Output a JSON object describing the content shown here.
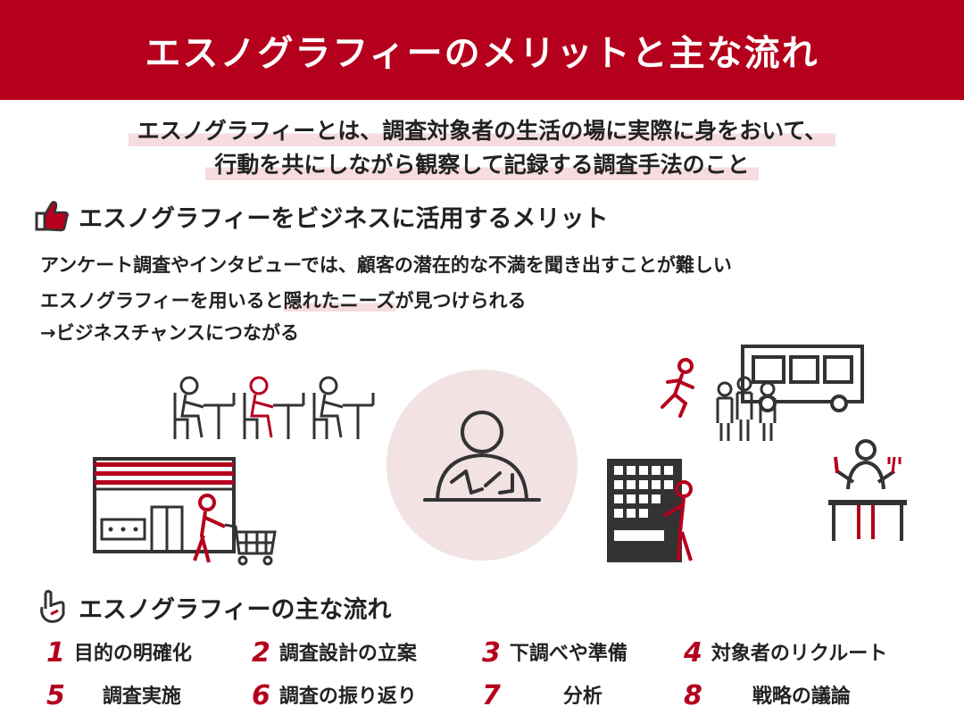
{
  "header": {
    "title": "エスノグラフィーのメリットと主な流れ"
  },
  "definition": {
    "line1": "エスノグラフィーとは、調査対象者の生活の場に実際に身をおいて、",
    "line2": "行動を共にしながら観察して記録する調査手法のこと"
  },
  "merit_section": {
    "title": "エスノグラフィーをビジネスに活用するメリット",
    "icon": "thumbs-up-icon",
    "line1": "アンケート調査やインタビューでは、顧客の潜在的な不満を聞き出すことが難しい",
    "line2_pre": "エスノグラフィーを用いると",
    "line2_highlight": "隠れたニーズ",
    "line2_post": "が見つけられる",
    "line3": "→ビジネスチャンスにつながる"
  },
  "flow_section": {
    "title": "エスノグラフィーの主な流れ",
    "icon": "pointing-hand-icon",
    "steps": [
      {
        "num": "1",
        "label": "目的の明確化"
      },
      {
        "num": "2",
        "label": "調査設計の立案"
      },
      {
        "num": "3",
        "label": "下調べや準備"
      },
      {
        "num": "4",
        "label": "対象者のリクルート"
      },
      {
        "num": "5",
        "label": "調査実施"
      },
      {
        "num": "6",
        "label": "調査の振り返り"
      },
      {
        "num": "7",
        "label": "分析"
      },
      {
        "num": "8",
        "label": "戦略の議論"
      }
    ]
  },
  "colors": {
    "accent": "#b5001d",
    "highlight": "#f6dcdf",
    "circle": "#f2e2e4",
    "ink": "#333333"
  }
}
